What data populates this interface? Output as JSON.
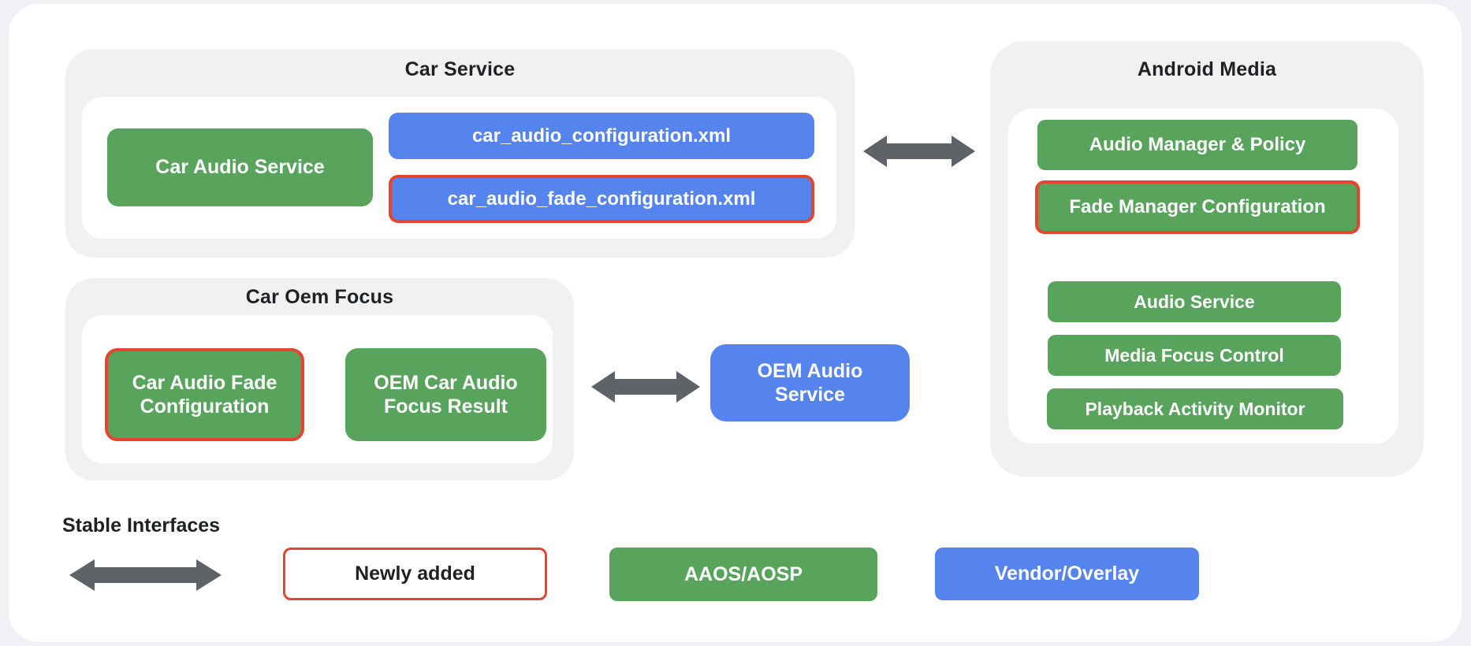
{
  "colors": {
    "page_background": "#EFF1F4",
    "card_background": "#FFFFFF",
    "container_gray": "#F1F1F2",
    "green": "#58A45D",
    "blue": "#5584EE",
    "red": "#E8432F",
    "arrow_gray": "#5F6368",
    "text_dark": "#202124",
    "text_light": "#FFFFFF"
  },
  "groups": {
    "car_service": {
      "title": "Car Service",
      "car_audio_service": "Car Audio Service",
      "car_audio_configuration_xml": "car_audio_configuration.xml",
      "car_audio_fade_configuration_xml": "car_audio_fade_configuration.xml"
    },
    "android_media": {
      "title": "Android Media",
      "audio_manager_policy": "Audio Manager & Policy",
      "fade_manager_configuration": "Fade Manager Configuration",
      "audio_service": "Audio Service",
      "media_focus_control": "Media Focus Control",
      "playback_activity_monitor": "Playback Activity Monitor"
    },
    "car_oem_focus": {
      "title": "Car Oem Focus",
      "car_audio_fade_configuration": "Car Audio Fade Configuration",
      "oem_car_audio_focus_result": "OEM Car Audio Focus Result"
    }
  },
  "nodes": {
    "oem_audio_service": "OEM Audio Service"
  },
  "legend": {
    "stable_interfaces": "Stable Interfaces",
    "newly_added": "Newly added",
    "aaos_aosp": "AAOS/AOSP",
    "vendor_overlay": "Vendor/Overlay"
  }
}
